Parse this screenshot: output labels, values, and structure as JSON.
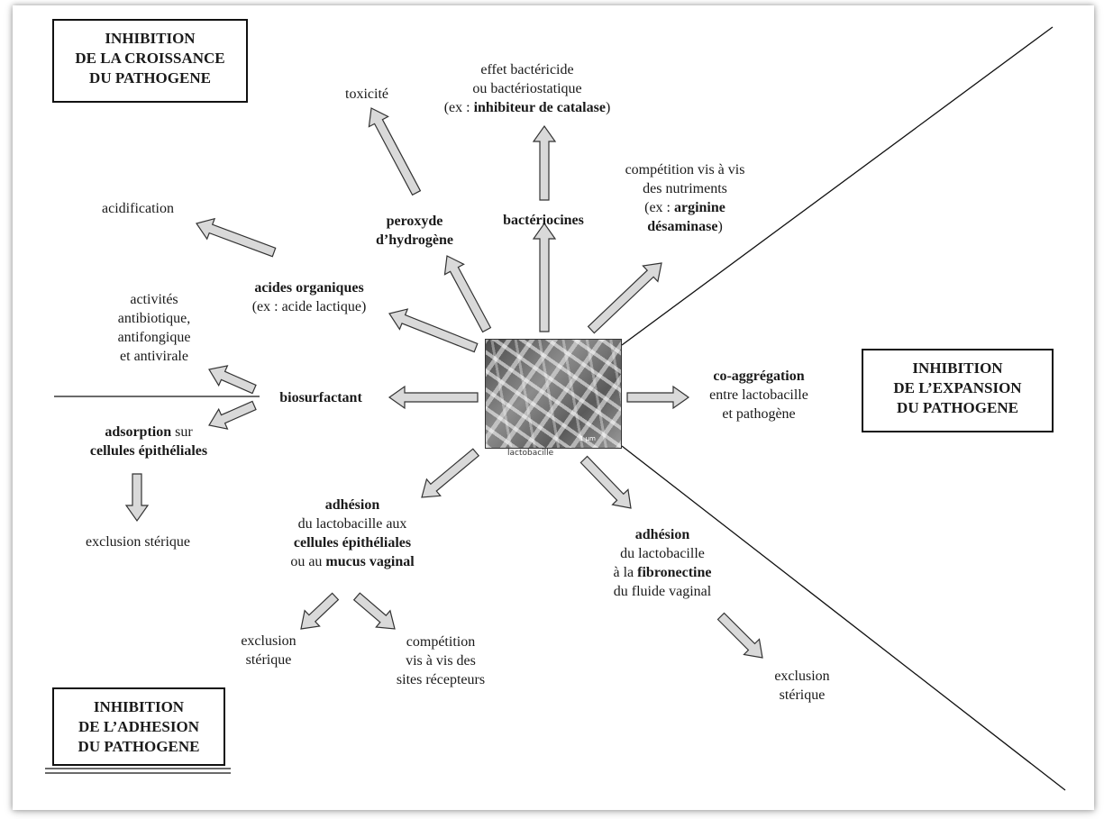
{
  "boxes": {
    "croissance": [
      "INHIBITION",
      "DE LA CROISSANCE",
      "DU PATHOGENE"
    ],
    "expansion": [
      "INHIBITION",
      "DE L’EXPANSION",
      "DU PATHOGENE"
    ],
    "adhesion": [
      "INHIBITION",
      "DE L’ADHESION",
      "DU PATHOGENE"
    ]
  },
  "center": {
    "image_label": "lactobacille micrograph",
    "scale": "1 µm",
    "caption": "lactobacille"
  },
  "labels": {
    "toxicite": "toxicité",
    "bactericide": [
      "effet bactéricide",
      "ou bactériostatique"
    ],
    "catalase_pre": "(ex : ",
    "catalase_bold": "inhibiteur de catalase",
    "catalase_post": ")",
    "peroxyde": [
      "peroxyde",
      "d’hydrogène"
    ],
    "bacteriocines": "bactériocines",
    "competition_nutriments": [
      "compétition vis à vis",
      "des nutriments"
    ],
    "arginine_pre": "(ex : ",
    "arginine_bold": "arginine",
    "desaminase_bold": "désaminase",
    "desaminase_post": ")",
    "acidification": "acidification",
    "acides_organiques": "acides organiques",
    "acide_lactique": "(ex : acide lactique)",
    "activites": [
      "activités",
      "antibiotique,",
      "antifongique",
      "et antivirale"
    ],
    "biosurfactant": "biosurfactant",
    "adsorption_bold": "adsorption",
    "adsorption_post": " sur",
    "cellules_epitheliales": "cellules épithéliales",
    "exclusion_sterique_left": "exclusion stérique",
    "coaggregation": "co-aggrégation",
    "coaggregation_detail": [
      "entre lactobacille",
      "et pathogène"
    ],
    "adhesion_center_bold": "adhésion",
    "adhesion_center_line2": "du lactobacille aux",
    "adhesion_center_bold3": "cellules épithéliales",
    "adhesion_center_pre4": "ou au ",
    "adhesion_center_bold4": "mucus vaginal",
    "exclusion_sterique_mid": [
      "exclusion",
      "stérique"
    ],
    "competition_sites": [
      "compétition",
      "vis à vis des",
      "sites récepteurs"
    ],
    "adhesion_right_bold": "adhésion",
    "adhesion_right_line2": "du lactobacille",
    "adhesion_right_pre3": "à la ",
    "adhesion_right_bold3": "fibronectine",
    "adhesion_right_line4": "du fluide vaginal",
    "exclusion_sterique_right": [
      "exclusion",
      "stérique"
    ]
  }
}
